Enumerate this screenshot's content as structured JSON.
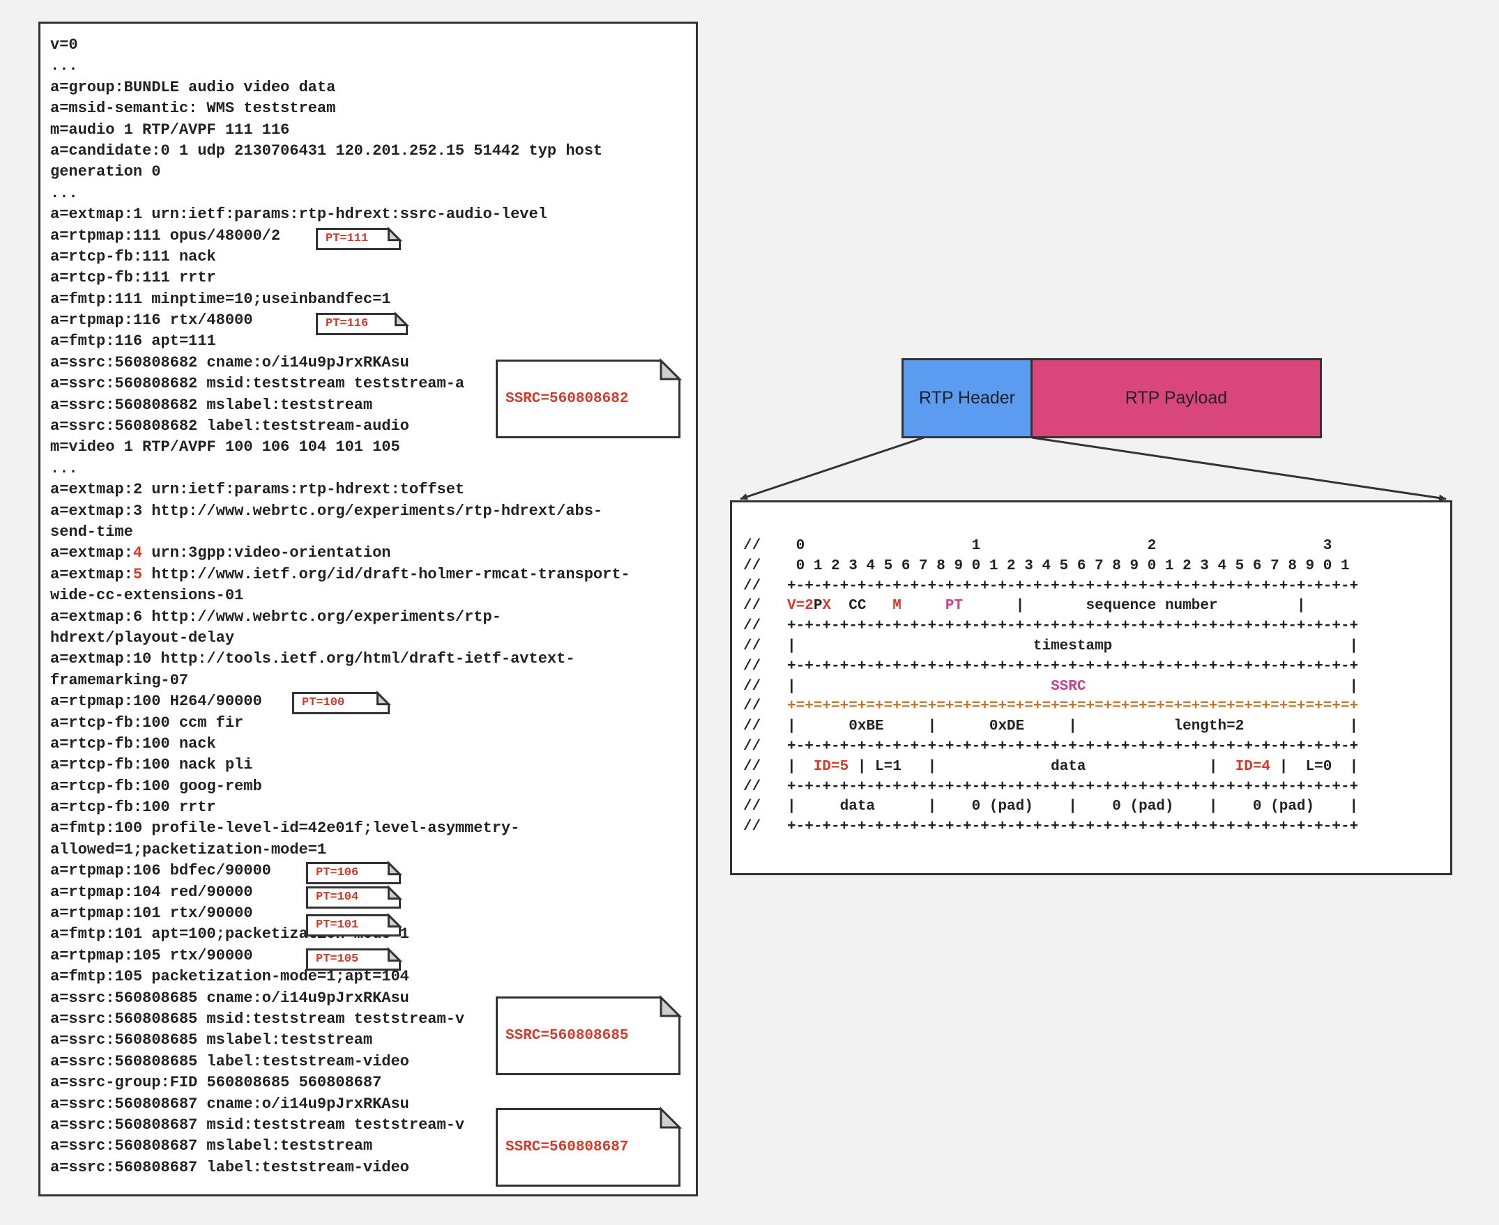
{
  "sdp_lines": [
    "v=0",
    "...",
    "a=group:BUNDLE audio video data",
    "a=msid-semantic: WMS teststream",
    "m=audio 1 RTP/AVPF 111 116",
    "a=candidate:0 1 udp 2130706431 120.201.252.15 51442 typ host",
    "generation 0",
    "...",
    "a=extmap:1 urn:ietf:params:rtp-hdrext:ssrc-audio-level",
    "a=rtpmap:111 opus/48000/2",
    "a=rtcp-fb:111 nack",
    "a=rtcp-fb:111 rrtr",
    "a=fmtp:111 minptime=10;useinbandfec=1",
    "a=rtpmap:116 rtx/48000",
    "a=fmtp:116 apt=111",
    "a=ssrc:560808682 cname:o/i14u9pJrxRKAsu",
    "a=ssrc:560808682 msid:teststream teststream-a",
    "a=ssrc:560808682 mslabel:teststream",
    "a=ssrc:560808682 label:teststream-audio",
    "m=video 1 RTP/AVPF 100 106 104 101 105",
    "...",
    "a=extmap:2 urn:ietf:params:rtp-hdrext:toffset",
    "a=extmap:3 http://www.webrtc.org/experiments/rtp-hdrext/abs-",
    "send-time",
    "a=extmap:|4| urn:3gpp:video-orientation",
    "a=extmap:|5| http://www.ietf.org/id/draft-holmer-rmcat-transport-",
    "wide-cc-extensions-01",
    "a=extmap:6 http://www.webrtc.org/experiments/rtp-",
    "hdrext/playout-delay",
    "a=extmap:10 http://tools.ietf.org/html/draft-ietf-avtext-",
    "framemarking-07",
    "a=rtpmap:100 H264/90000",
    "a=rtcp-fb:100 ccm fir",
    "a=rtcp-fb:100 nack",
    "a=rtcp-fb:100 nack pli",
    "a=rtcp-fb:100 goog-remb",
    "a=rtcp-fb:100 rrtr",
    "a=fmtp:100 profile-level-id=42e01f;level-asymmetry-",
    "allowed=1;packetization-mode=1",
    "a=rtpmap:106 bdfec/90000",
    "a=rtpmap:104 red/90000",
    "a=rtpmap:101 rtx/90000",
    "a=fmtp:101 apt=100;packetization-mode=1",
    "a=rtpmap:105 rtx/90000",
    "a=fmtp:105 packetization-mode=1;apt=104",
    "a=ssrc:560808685 cname:o/i14u9pJrxRKAsu",
    "a=ssrc:560808685 msid:teststream teststream-v",
    "a=ssrc:560808685 mslabel:teststream",
    "a=ssrc:560808685 label:teststream-video",
    "a=ssrc-group:FID 560808685 560808687",
    "a=ssrc:560808687 cname:o/i14u9pJrxRKAsu",
    "a=ssrc:560808687 msid:teststream teststream-v",
    "a=ssrc:560808687 mslabel:teststream",
    "a=ssrc:560808687 label:teststream-video"
  ],
  "pt_tags": [
    "PT=111",
    "PT=116",
    "PT=100",
    "PT=106",
    "PT=104",
    "PT=101",
    "PT=105"
  ],
  "ssrc_tags": [
    "SSRC=560808682",
    "SSRC=560808685",
    "SSRC=560808687"
  ],
  "rtp_blocks": {
    "header_label": "RTP Header",
    "payload_label": "RTP Payload"
  },
  "rtp_header_lines": [
    "//    0                   1                   2                   3",
    "//    0 1 2 3 4 5 6 7 8 9 0 1 2 3 4 5 6 7 8 9 0 1 2 3 4 5 6 7 8 9 0 1",
    "//   +-+-+-+-+-+-+-+-+-+-+-+-+-+-+-+-+-+-+-+-+-+-+-+-+-+-+-+-+-+-+-+-+",
    "//   |V=2|P|X|  CC   |M|     |PT|      |       sequence number         |",
    "//   +-+-+-+-+-+-+-+-+-+-+-+-+-+-+-+-+-+-+-+-+-+-+-+-+-+-+-+-+-+-+-+-+",
    "//   |                           timestamp                           |",
    "//   +-+-+-+-+-+-+-+-+-+-+-+-+-+-+-+-+-+-+-+-+-+-+-+-+-+-+-+-+-+-+-+-+",
    "//   |                             |SSRC|                              |",
    "//   {+=+=+=+=+=+=+=+=+=+=+=+=+=+=+=+=+=+=+=+=+=+=+=+=+=+=+=+=+=+=+=+=+}",
    "//   |      0xBE     |      0xDE     |           length=2            |",
    "//   +-+-+-+-+-+-+-+-+-+-+-+-+-+-+-+-+-+-+-+-+-+-+-+-+-+-+-+-+-+-+-+-+",
    "//   |  |ID=5| | L=1   |             data              |  |ID=4| |  L=0  |",
    "//   +-+-+-+-+-+-+-+-+-+-+-+-+-+-+-+-+-+-+-+-+-+-+-+-+-+-+-+-+-+-+-+-+",
    "//   |     data      |    0 (pad)    |    0 (pad)    |    0 (pad)    |",
    "//   +-+-+-+-+-+-+-+-+-+-+-+-+-+-+-+-+-+-+-+-+-+-+-+-+-+-+-+-+-+-+-+-+"
  ],
  "colors": {
    "header_block": "#5b9bf0",
    "payload_block": "#d9467c",
    "annotation_red": "#d23a2a",
    "ssrc_pink": "#c9408f",
    "separator_orange": "#d07020"
  }
}
